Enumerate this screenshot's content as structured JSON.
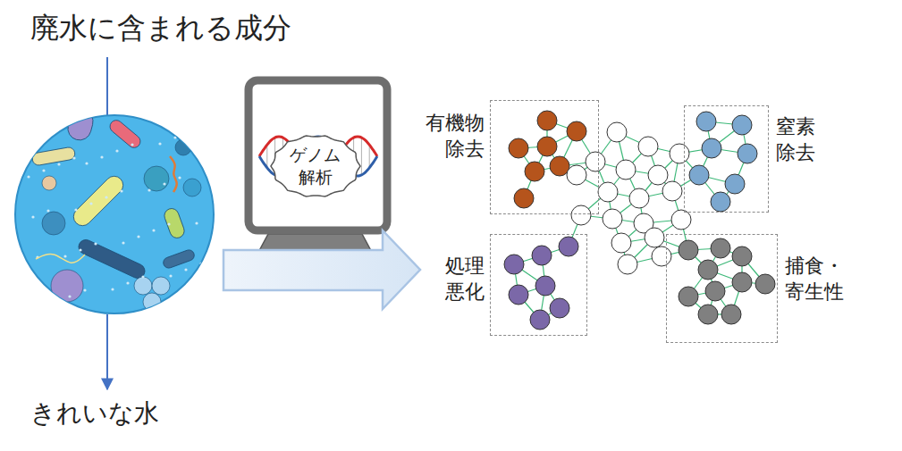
{
  "diagram": {
    "nodes": [
      {
        "text": [
          "ゲノム 解析"
        ]
      },
      {
        "text": [
          "有機物 除去"
        ]
      },
      {
        "text": [
          "窒素 除去"
        ]
      },
      {
        "text": [
          "処理 悪化"
        ]
      },
      {
        "text": [
          "捕食・ 寄生性"
        ]
      }
    ],
    "labels": [
      "廃水に含まれる成分",
      "きれいな水"
    ]
  }
}
